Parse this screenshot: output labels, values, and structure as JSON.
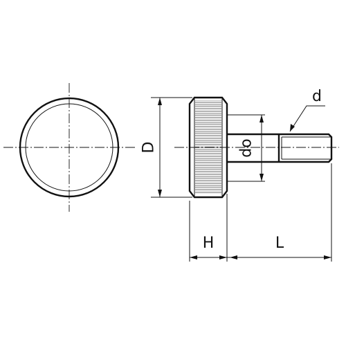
{
  "labels": {
    "D": "D",
    "do": "do",
    "d": "d",
    "H": "H",
    "L": "L"
  },
  "colors": {
    "line": "#111111",
    "background": "#ffffff"
  }
}
